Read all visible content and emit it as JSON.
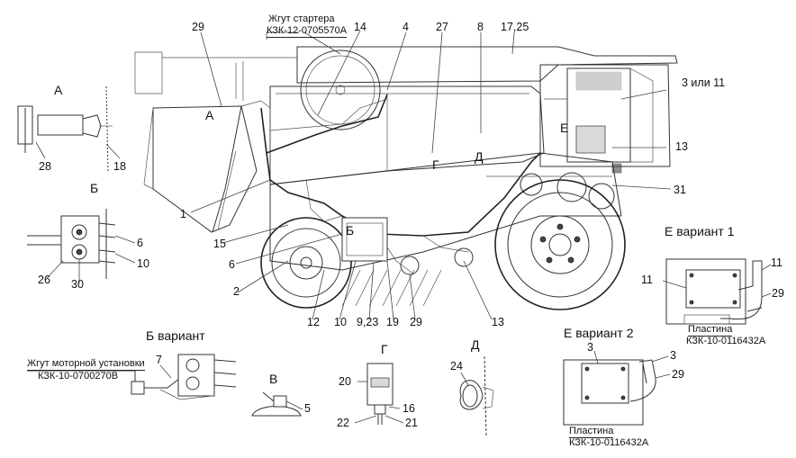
{
  "diagram": {
    "view_labels": {
      "a": "А",
      "b": "Б",
      "b_variant": "Б вариант",
      "v": "В",
      "g": "Г",
      "d": "Д",
      "e_variant_1": "Е вариант 1",
      "e_variant_2": "Е вариант 2",
      "a_on_machine": "А",
      "b_on_machine": "Б",
      "g_on_machine": "Г",
      "d_on_machine": "Д",
      "e_on_machine": "Е"
    },
    "harness_starter": {
      "title": "Жгут стартера",
      "code": "КЗК-12-0705570А"
    },
    "harness_engine": {
      "title": "Жгут моторной установки",
      "code": "КЗК-10-0700270В"
    },
    "plate_1": {
      "title": "Пластина",
      "code": "КЗК-10-0116432А"
    },
    "plate_2": {
      "title": "Пластина",
      "code": "КЗК-10-0116432А"
    },
    "callouts": {
      "c29_top": "29",
      "c14": "14",
      "c4": "4",
      "c27": "27",
      "c8": "8",
      "c17_25": "17,25",
      "c3_or_11": "3 или 11",
      "c13_right": "13",
      "c31": "31",
      "c28": "28",
      "c18": "18",
      "c1": "1",
      "c15": "15",
      "c6_machine": "6",
      "c2": "2",
      "c12": "12",
      "c10_machine": "10",
      "c9_23": "9,23",
      "c19": "19",
      "c29_bottom": "29",
      "c13_bottom": "13",
      "c6_b": "6",
      "c10_b": "10",
      "c26": "26",
      "c30": "30",
      "c7": "7",
      "c5": "5",
      "c20": "20",
      "c16": "16",
      "c22": "22",
      "c21": "21",
      "c24": "24",
      "c11_left_e1": "11",
      "c11_right_e1": "11",
      "c29_e1": "29",
      "c3_left_e2": "3",
      "c3_right_e2": "3",
      "c29_e2": "29"
    }
  }
}
